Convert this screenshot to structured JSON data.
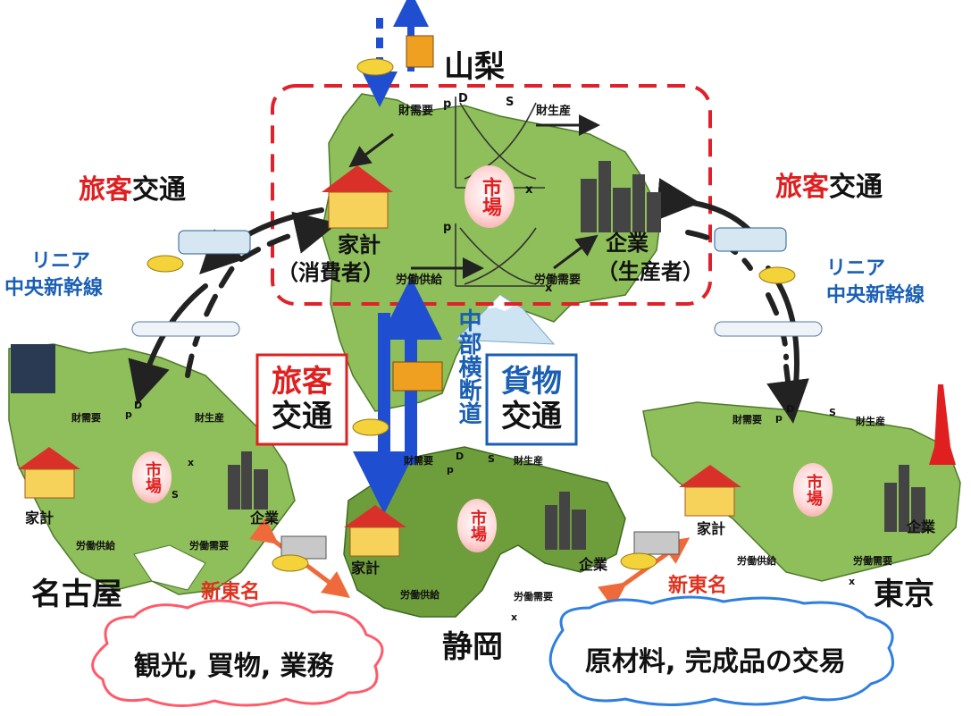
{
  "regions": {
    "yamanashi": "山梨",
    "nagoya": "名古屋",
    "shizuoka": "静岡",
    "tokyo": "東京"
  },
  "passenger_left": {
    "red": "旅客",
    "black": "交通"
  },
  "passenger_right": {
    "red": "旅客",
    "black": "交通"
  },
  "linear_left": [
    "リニア",
    "中央新幹線"
  ],
  "linear_right": [
    "リニア",
    "中央新幹線"
  ],
  "yamanashi_market": {
    "market": "市場",
    "household": "家計",
    "consumer": "（消費者）",
    "firm": "企業",
    "producer": "（生産者）",
    "goods_demand": "財需要",
    "goods_production": "財生産",
    "labor_supply": "労働供給",
    "labor_demand": "労働需要",
    "D": "D",
    "S": "S",
    "p": "p",
    "x": "x"
  },
  "passenger_box": [
    "旅客",
    "交通"
  ],
  "freight_box": [
    "貨物",
    "交通"
  ],
  "chubu_road": "中部横断道",
  "nagoya_market": {
    "market": "市場",
    "household": "家計",
    "firm": "企業",
    "goods_demand": "財需要",
    "goods_production": "財生産",
    "labor_supply": "労働供給",
    "labor_demand": "労働需要",
    "D": "D",
    "S": "S",
    "p": "p",
    "x": "x"
  },
  "shizuoka_market": {
    "market": "市場",
    "household": "家計",
    "firm": "企業",
    "goods_demand": "財需要",
    "goods_production": "財生産",
    "labor_supply": "労働供給",
    "labor_demand": "労働需要",
    "D": "D",
    "S": "S",
    "p": "p",
    "x": "x"
  },
  "tokyo_market": {
    "market": "市場",
    "household": "家計",
    "firm": "企業",
    "goods_demand": "財需要",
    "goods_production": "財生産",
    "labor_supply": "労働供給",
    "labor_demand": "労働需要",
    "D": "D",
    "S": "S",
    "p": "p",
    "x": "x"
  },
  "shin_tomei_left": "新東名",
  "shin_tomei_right": "新東名",
  "cloud_left": "観光, 買物, 業務",
  "cloud_right": "原材料, 完成品の交易",
  "colors": {
    "land": "#8fbf5a",
    "land_dark": "#6e9e3c",
    "red_dash": "#e0202a",
    "passenger_red": "#e02020",
    "freight_blue": "#1a5fb4",
    "arrow_blue": "#1f4fd0",
    "cloud_red": "#ff5a6a",
    "cloud_blue": "#2f7fe0"
  }
}
